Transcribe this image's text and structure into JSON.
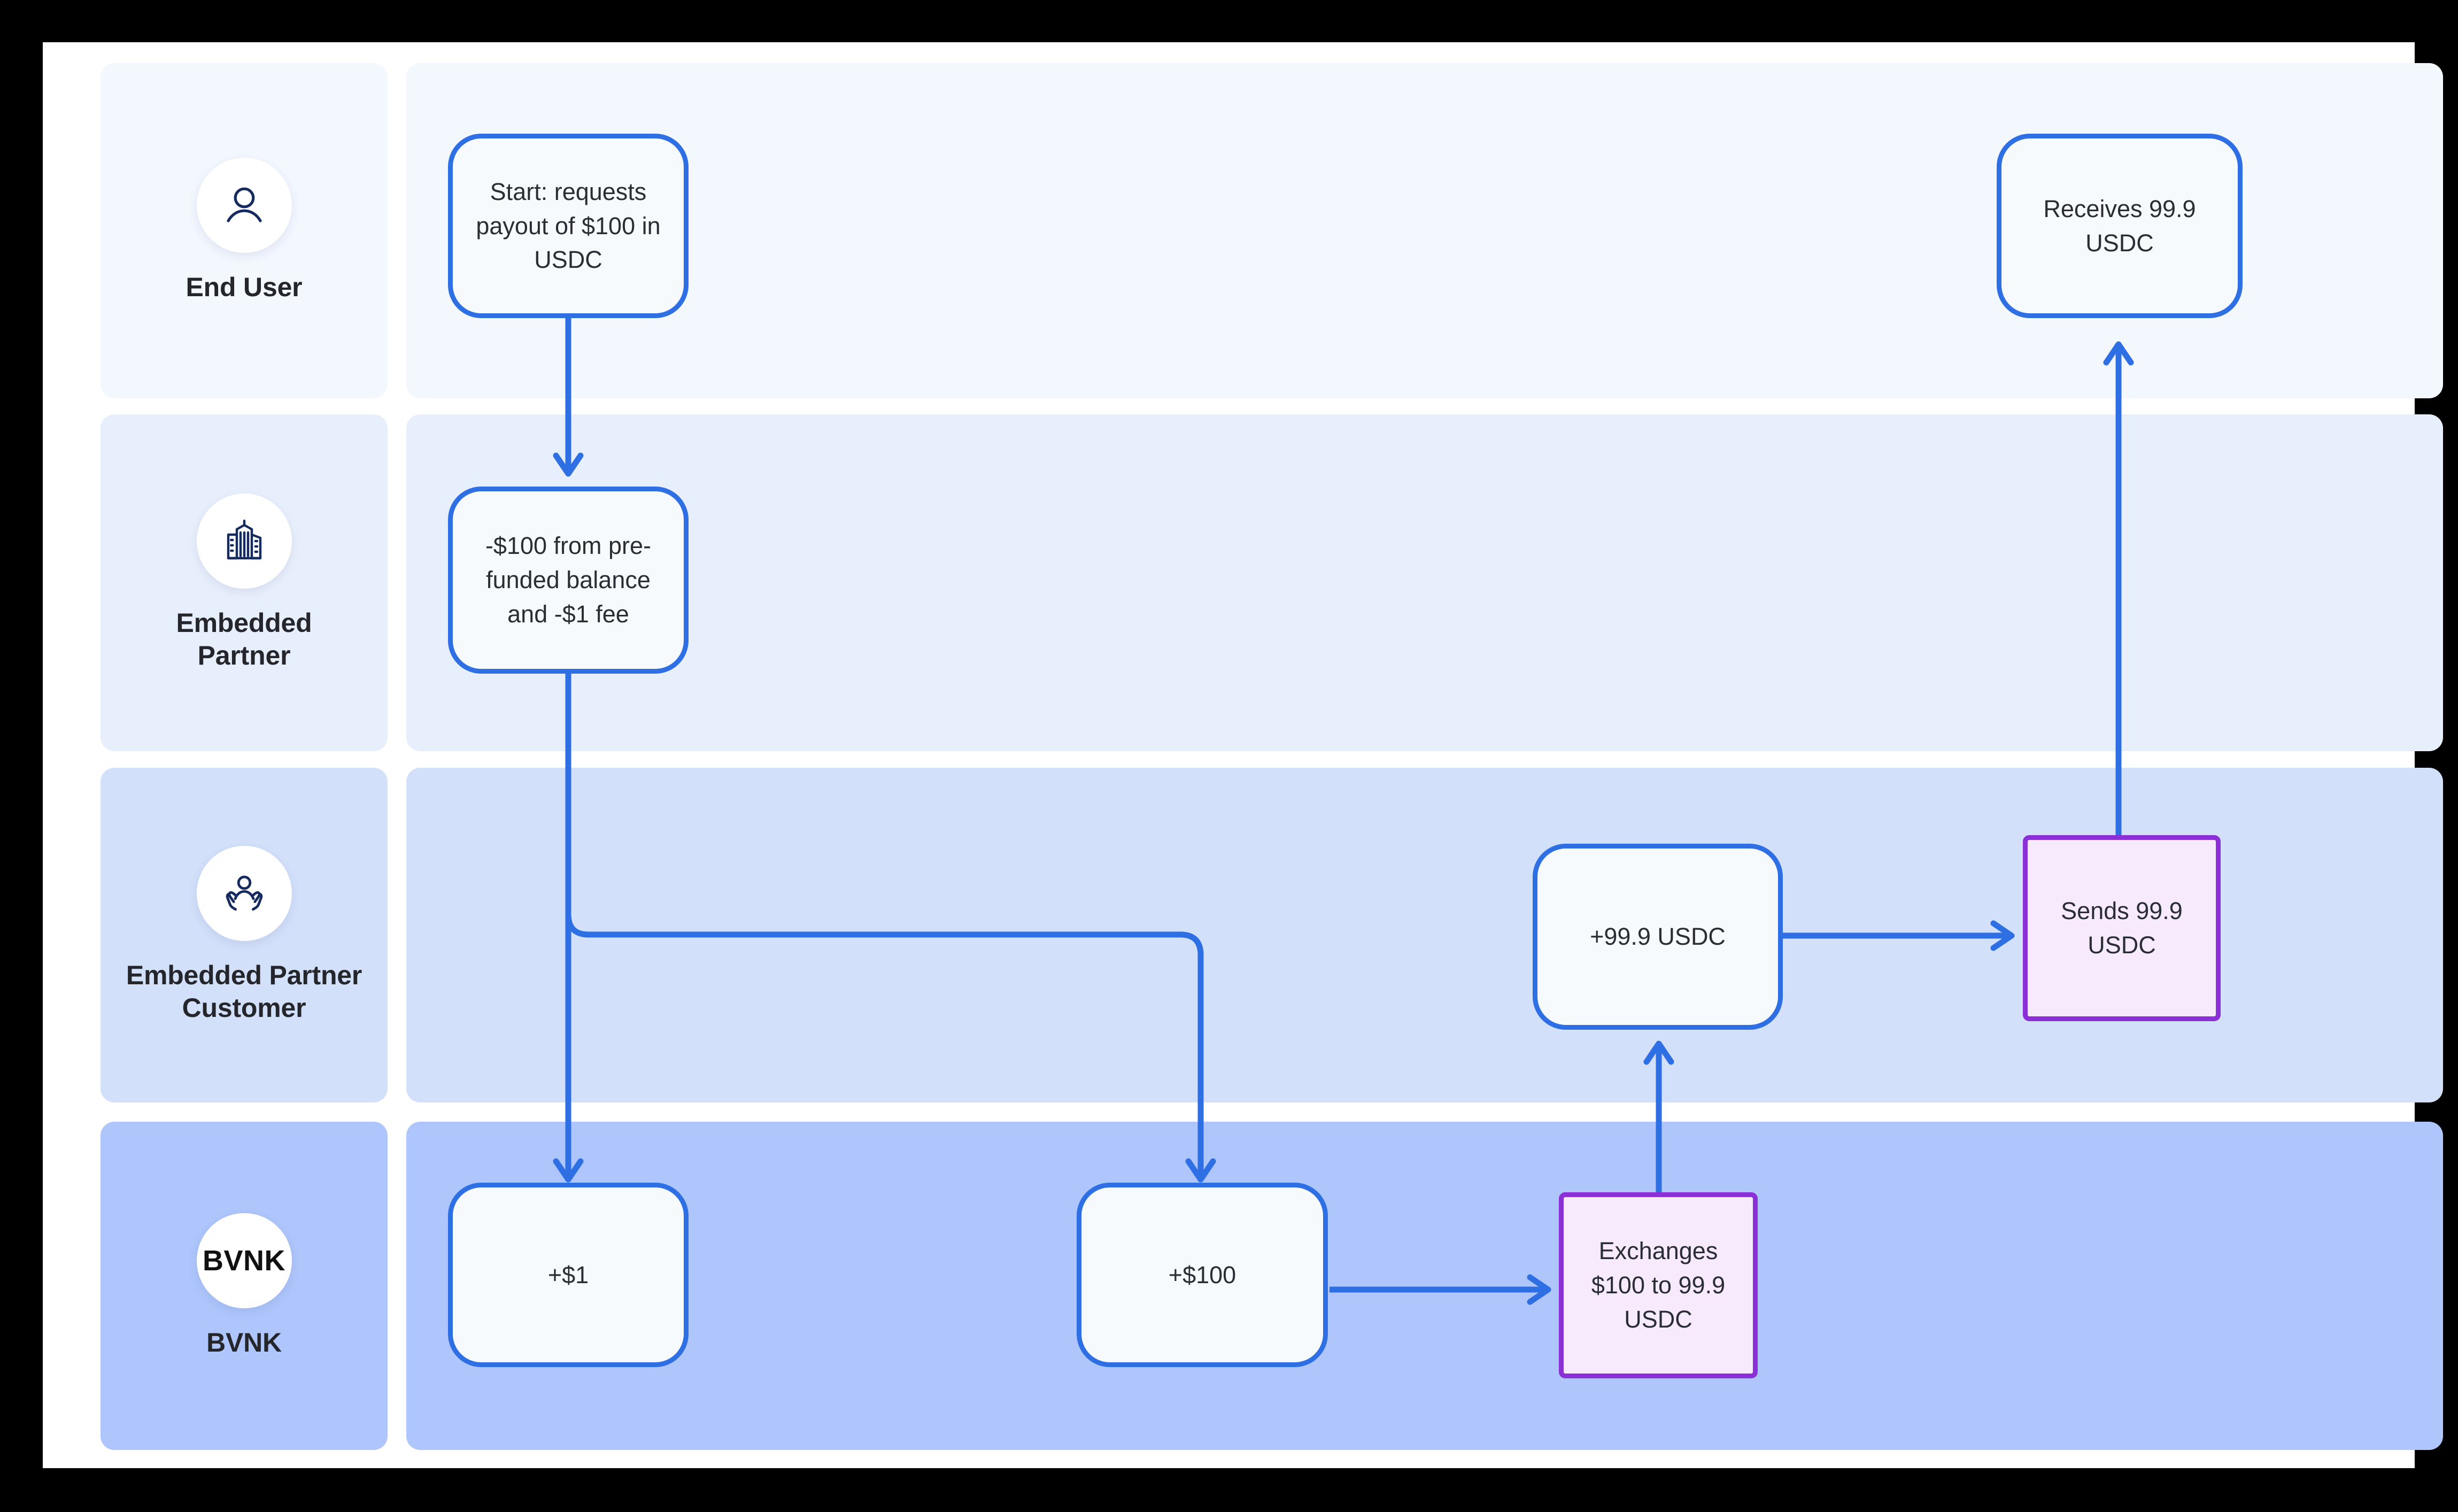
{
  "diagram": {
    "type": "swimlane-flowchart",
    "title_visible": false,
    "colors": {
      "node_border": "#2f6fe4",
      "node_fill": "#f7fafd",
      "process_border": "#8b2fd6",
      "process_fill": "#f7eafc",
      "arrow": "#2f6fe4",
      "lane1_bg": "#f3f7fe",
      "lane2_bg": "#e8effc",
      "lane3_bg": "#d3e0fa",
      "lane4_bg": "#aec6fb",
      "icon": "#152a5e",
      "page_bg": "#ffffff"
    }
  },
  "lanes": [
    {
      "id": "end-user",
      "label": "End User",
      "icon": "person-icon",
      "bg": "#f3f7fe"
    },
    {
      "id": "partner",
      "label": "Embedded\nPartner",
      "icon": "buildings-icon",
      "bg": "#e8effc"
    },
    {
      "id": "customer",
      "label": "Embedded Partner\nCustomer",
      "icon": "person-in-hands-icon",
      "bg": "#d3e0fa"
    },
    {
      "id": "bvnk",
      "label": "BVNK",
      "icon": "bvnk-logo-icon",
      "bg": "#aec6fb",
      "logo_text": "BVNK"
    }
  ],
  "nodes": [
    {
      "id": "n1",
      "lane": "end-user",
      "shape": "rounded",
      "text": "Start: requests payout of $100 in USDC"
    },
    {
      "id": "n2",
      "lane": "partner",
      "shape": "rounded",
      "text": "-$100 from pre-funded balance and -$1 fee"
    },
    {
      "id": "n3",
      "lane": "bvnk",
      "shape": "rounded",
      "text": "+$1"
    },
    {
      "id": "n4",
      "lane": "bvnk",
      "shape": "rounded",
      "text": "+$100"
    },
    {
      "id": "n5",
      "lane": "bvnk",
      "shape": "process",
      "text": "Exchanges $100 to 99.9 USDC"
    },
    {
      "id": "n6",
      "lane": "customer",
      "shape": "rounded",
      "text": "+99.9 USDC"
    },
    {
      "id": "n7",
      "lane": "customer",
      "shape": "process",
      "text": "Sends 99.9 USDC"
    },
    {
      "id": "n8",
      "lane": "end-user",
      "shape": "rounded",
      "text": "Receives 99.9 USDC"
    }
  ],
  "edges": [
    {
      "from": "n1",
      "to": "n2",
      "label": ""
    },
    {
      "from": "n2",
      "to": "n3",
      "label": ""
    },
    {
      "from": "n2",
      "to": "n4",
      "label": ""
    },
    {
      "from": "n4",
      "to": "n5",
      "label": ""
    },
    {
      "from": "n5",
      "to": "n6",
      "label": ""
    },
    {
      "from": "n6",
      "to": "n7",
      "label": ""
    },
    {
      "from": "n7",
      "to": "n8",
      "label": ""
    }
  ]
}
